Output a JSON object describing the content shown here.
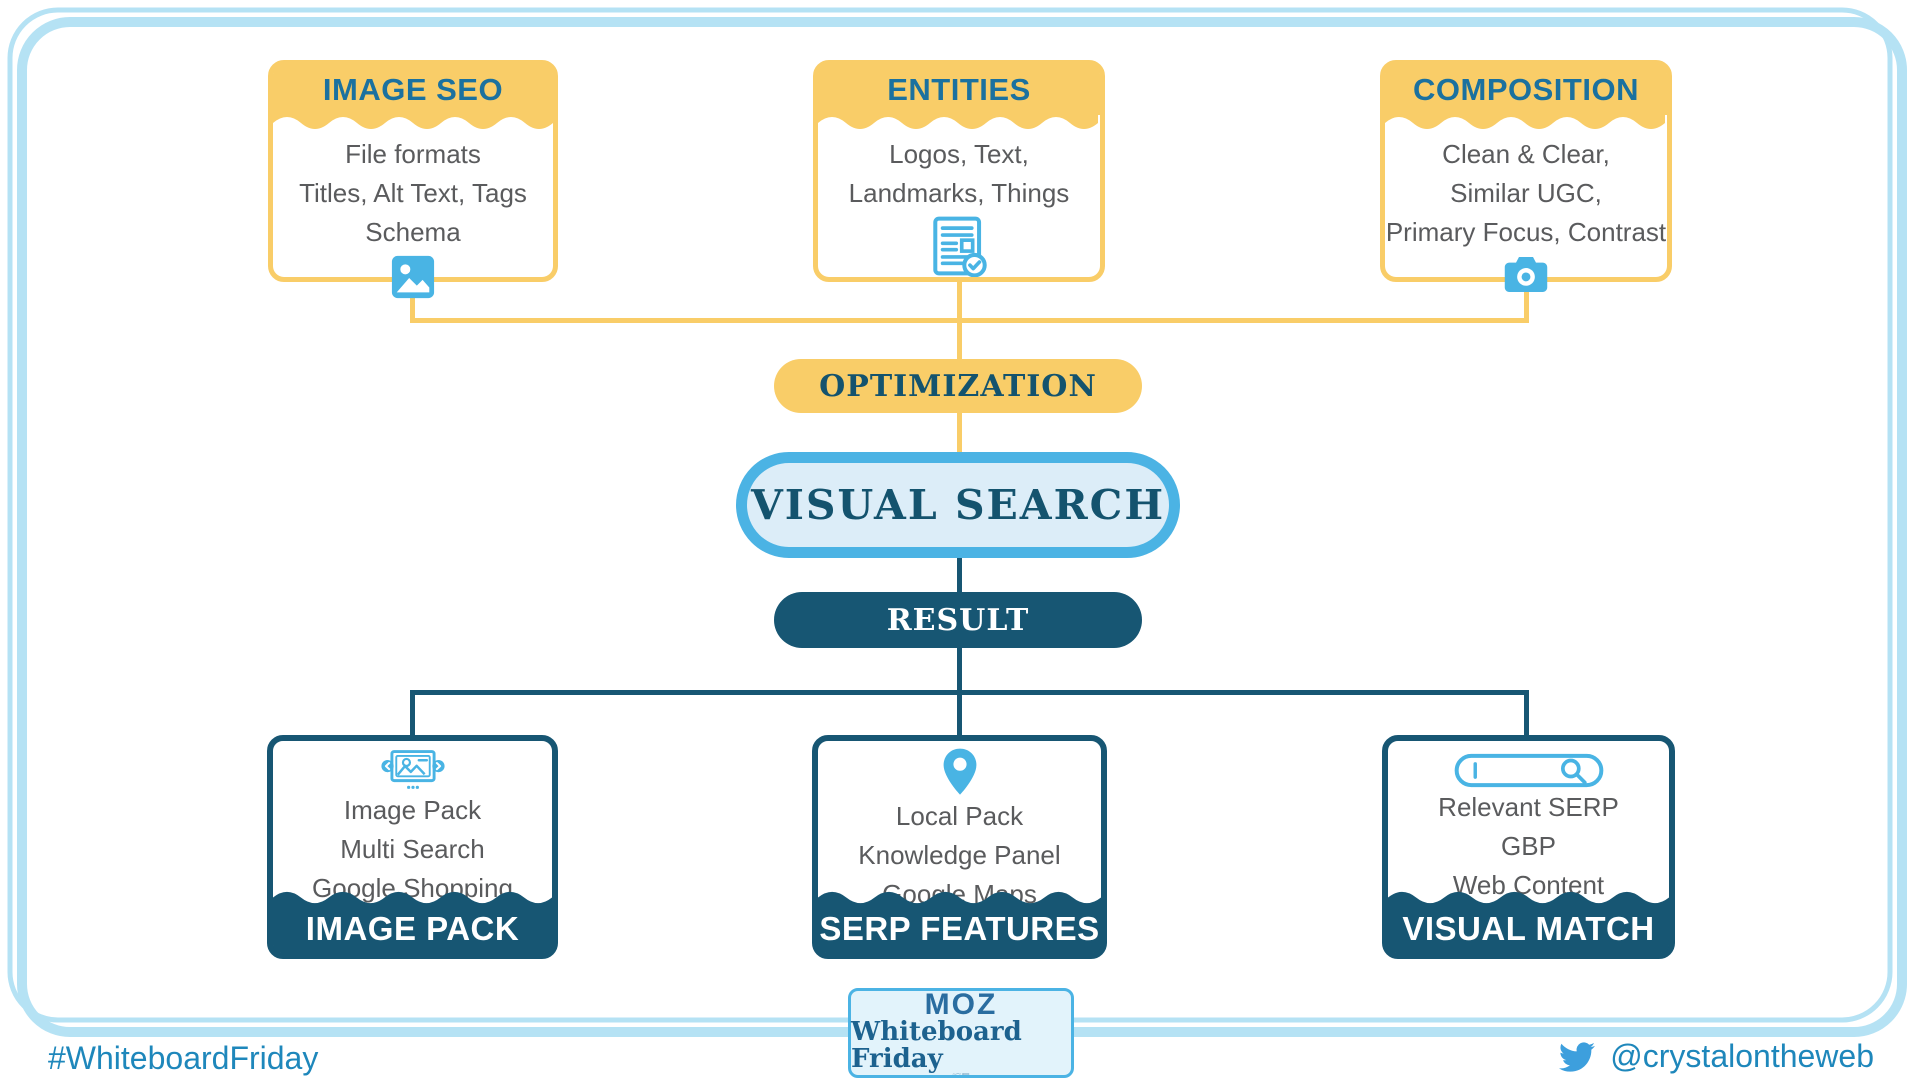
{
  "palette": {
    "yellow": "#f9cd68",
    "navy": "#175673",
    "sky_blue": "#49b4e4",
    "light_blue_fill": "#dcedf8",
    "frame_blue": "#b5e2f4",
    "body_text_gray": "#5a5b5d",
    "heading_blue": "#1b719f",
    "pill_text_teal": "#14536e",
    "link_blue": "#1e87bb"
  },
  "top_boxes": [
    {
      "title": "IMAGE SEO",
      "lines": [
        "File formats",
        "Titles, Alt Text, Tags",
        "Schema"
      ],
      "icon": "image-icon"
    },
    {
      "title": "ENTITIES",
      "lines": [
        "Logos, Text,",
        "Landmarks, Things"
      ],
      "icon": "document-check-icon"
    },
    {
      "title": "COMPOSITION",
      "lines": [
        "Clean & Clear,",
        "Similar UGC,",
        "Primary Focus, Contrast"
      ],
      "icon": "camera-icon"
    }
  ],
  "flow": {
    "optimization": "OPTIMIZATION",
    "visual_search": "VISUAL SEARCH",
    "result": "RESULT"
  },
  "bottom_boxes": [
    {
      "label": "IMAGE PACK",
      "lines": [
        "Image Pack",
        "Multi Search",
        "Google Shopping"
      ],
      "icon": "image-carousel-icon"
    },
    {
      "label": "SERP FEATURES",
      "lines": [
        "Local Pack",
        "Knowledge Panel",
        "Google Maps"
      ],
      "icon": "map-pin-icon"
    },
    {
      "label": "VISUAL MATCH",
      "lines": [
        "Relevant SERP",
        "GBP",
        "Web Content"
      ],
      "icon": "search-bar-icon"
    }
  ],
  "logo": {
    "brand": "MOZ",
    "subtitle": "Whiteboard Friday"
  },
  "footer": {
    "hashtag": "#WhiteboardFriday",
    "handle": "@crystalontheweb"
  }
}
